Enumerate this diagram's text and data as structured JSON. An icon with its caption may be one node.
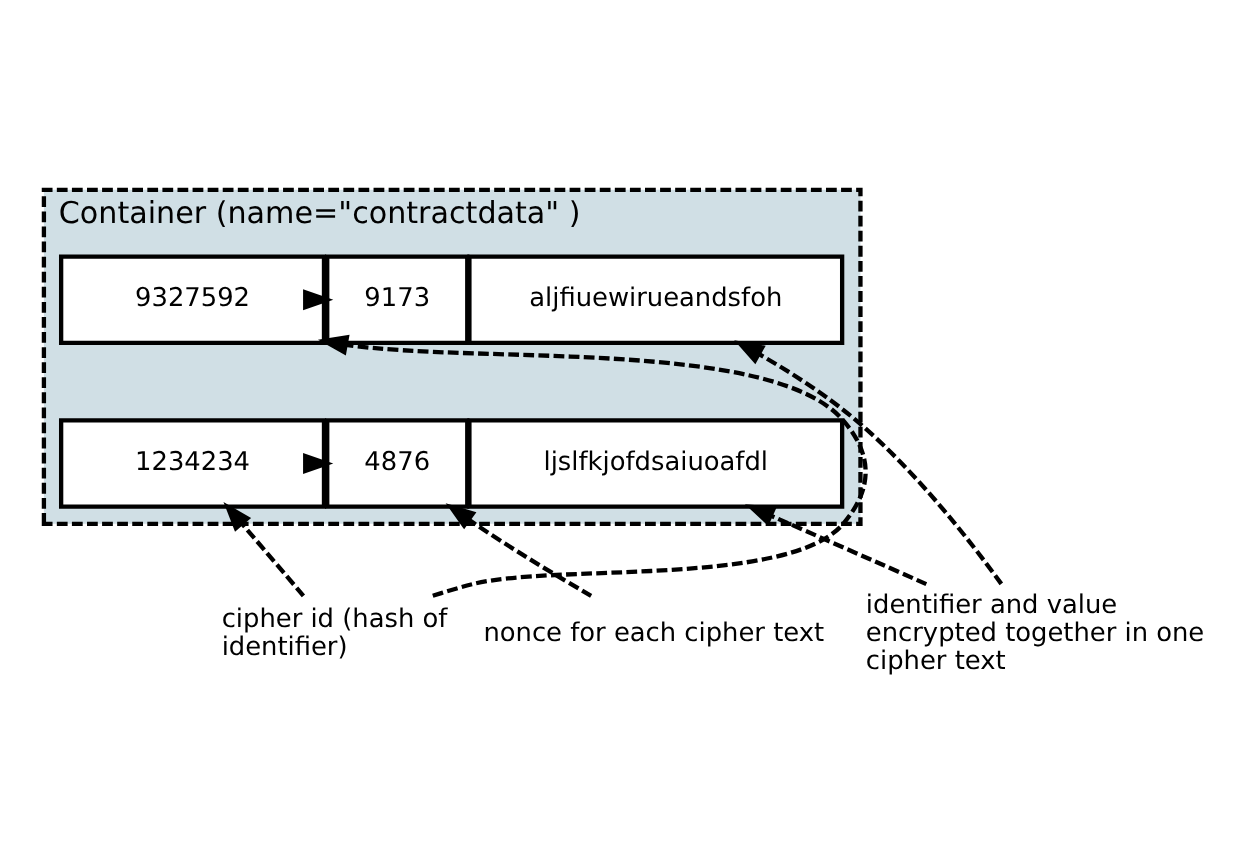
{
  "diagram": {
    "nodes": [
      {
        "text": [
          "Container (name=\"contractdata\" )"
        ]
      },
      {
        "text": [
          "9327592"
        ],
        "in": 0
      },
      {
        "text": [
          "1234234"
        ],
        "in": 0
      },
      {
        "text": [
          "9173"
        ],
        "in": 0
      },
      {
        "text": [
          "aljfiuewirueandsfoh"
        ],
        "in": 0
      },
      {
        "text": [
          "4876"
        ],
        "in": 0
      },
      {
        "text": [
          "ljslfkjofdsaiuoafdl"
        ],
        "in": 0
      },
      {
        "text": [
          "cipher id (hash of identifier)"
        ]
      },
      {
        "text": [
          "nonce for each cipher text"
        ]
      },
      {
        "text": [
          "identifier and value encrypted together in one cipher text"
        ]
      }
    ],
    "edges": [
      {
        "from": 1,
        "to": 3,
        "arrow": "to"
      },
      {
        "from": 2,
        "to": 5,
        "arrow": "to"
      },
      {
        "from": 7,
        "to": 1,
        "arrow": "to",
        "style": "dashed"
      },
      {
        "from": 7,
        "to": 2,
        "arrow": "to",
        "style": "dashed"
      },
      {
        "from": 8,
        "to": 5,
        "arrow": "to",
        "style": "dashed"
      },
      {
        "from": 9,
        "to": 6,
        "arrow": "to",
        "style": "dashed"
      },
      {
        "from": 9,
        "to": 4,
        "arrow": "to",
        "style": "dashed"
      }
    ]
  }
}
